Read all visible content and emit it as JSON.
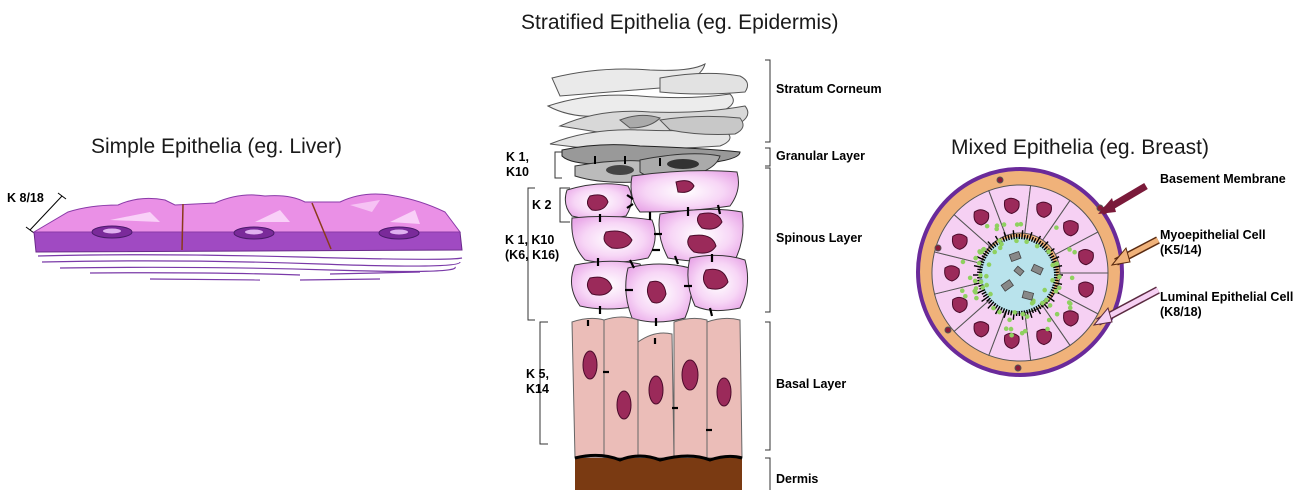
{
  "titles": {
    "stratified": "Stratified Epithelia (eg. Epidermis)",
    "simple": "Simple Epithelia (eg. Liver)",
    "mixed": "Mixed Epithelia (eg. Breast)"
  },
  "simple": {
    "keratin": "K 8/18"
  },
  "stratified": {
    "layers": {
      "corneum": "Stratum Corneum",
      "granular": "Granular Layer",
      "spinous": "Spinous Layer",
      "basal": "Basal Layer",
      "dermis": "Dermis"
    },
    "keratins": {
      "granular_l1": "K 1,",
      "granular_l2": "K10",
      "spinous_upper": "K 2",
      "spinous_l1": "K 1, K10",
      "spinous_l2": "(K6, K16)",
      "basal_l1": "K 5,",
      "basal_l2": "K14"
    }
  },
  "mixed": {
    "basement": "Basement Membrane",
    "myo_l1": "Myoepithelial Cell",
    "myo_l2": "(K5/14)",
    "luminal_l1": "Luminal Epithelial Cell",
    "luminal_l2": "(K8/18)"
  },
  "colors": {
    "simple_top": "#e58be0",
    "simple_side": "#9a3fc0",
    "cell_fill": "#f3c8f2",
    "nucleus": "#9b2a5a",
    "basal_fill": "#e9b9b4",
    "dermis": "#7a3a12",
    "myo": "#f0b27a",
    "lumen": "#b9e3ec",
    "membrane": "#6a2a9a"
  }
}
